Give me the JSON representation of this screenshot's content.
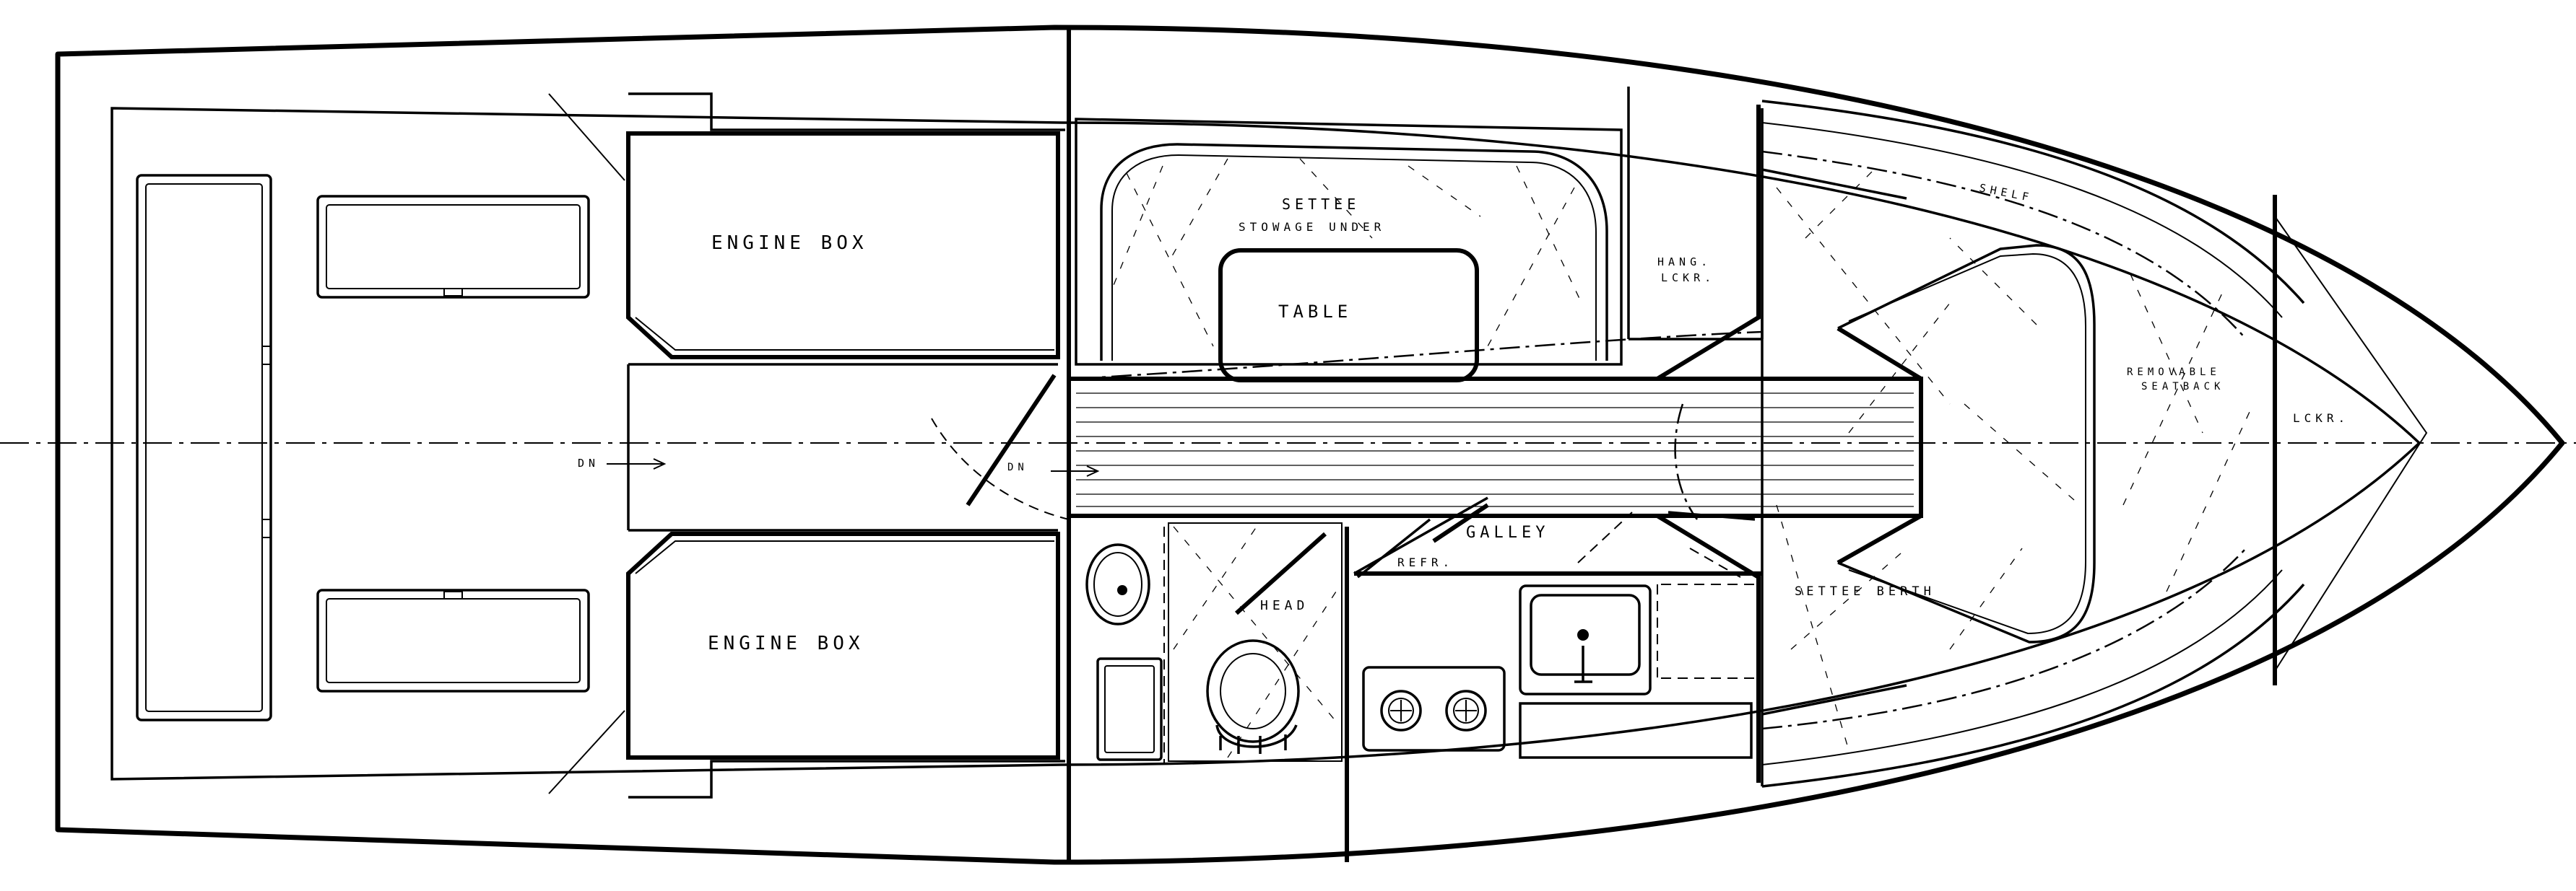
{
  "labels": {
    "engine_box_upper": "ENGINE BOX",
    "engine_box_lower": "ENGINE BOX",
    "settee": "SETTEE",
    "stowage_under": "STOWAGE UNDER",
    "table": "TABLE",
    "hang_lckr_1": "HANG.",
    "hang_lckr_2": "LCKR.",
    "shelf": "SHELF",
    "removable_1": "REMOVABLE",
    "removable_2": "SEATBACK",
    "fwd_lckr": "LCKR.",
    "galley": "GALLEY",
    "refer": "REFR.",
    "head": "HEAD",
    "settee_berth": "SETTEE BERTH",
    "dn_aft": "DN",
    "dn_cabin": "DN"
  }
}
